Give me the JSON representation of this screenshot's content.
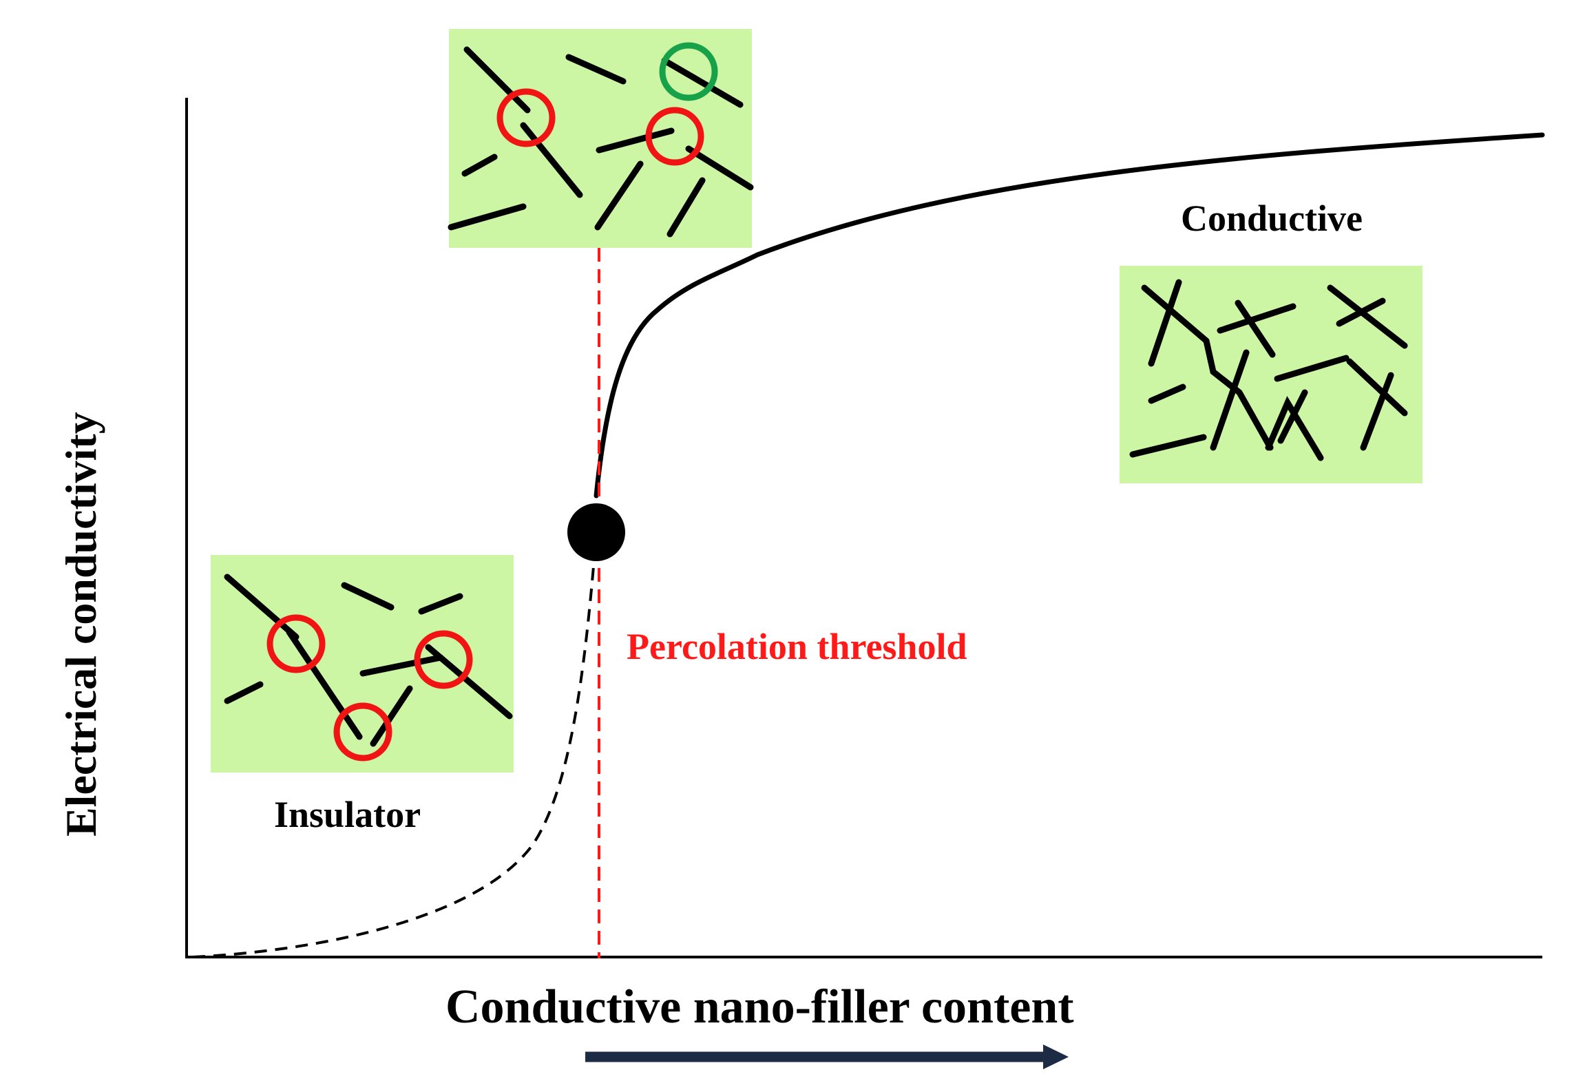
{
  "labels": {
    "y_axis": "Electrical conductivity",
    "x_axis": "Conductive nano-filler content",
    "insulator": "Insulator",
    "conductive": "Conductive",
    "threshold": "Percolation threshold"
  },
  "colors": {
    "axis": "#000000",
    "curve": "#000000",
    "threshold_line": "#ff1a1a",
    "threshold_text": "#ff1a1a",
    "panel_fill": "#ccf5a4",
    "filler": "#000000",
    "gap_marker": "#f01414",
    "contact_marker": "#17a24a",
    "arrow": "#1d2b45"
  },
  "panels": [
    {
      "id": "insulator",
      "gap_markers": 3,
      "contact_markers": 0
    },
    {
      "id": "threshold",
      "gap_markers": 2,
      "contact_markers": 1
    },
    {
      "id": "conductive",
      "gap_markers": 0,
      "contact_markers": 0
    }
  ]
}
